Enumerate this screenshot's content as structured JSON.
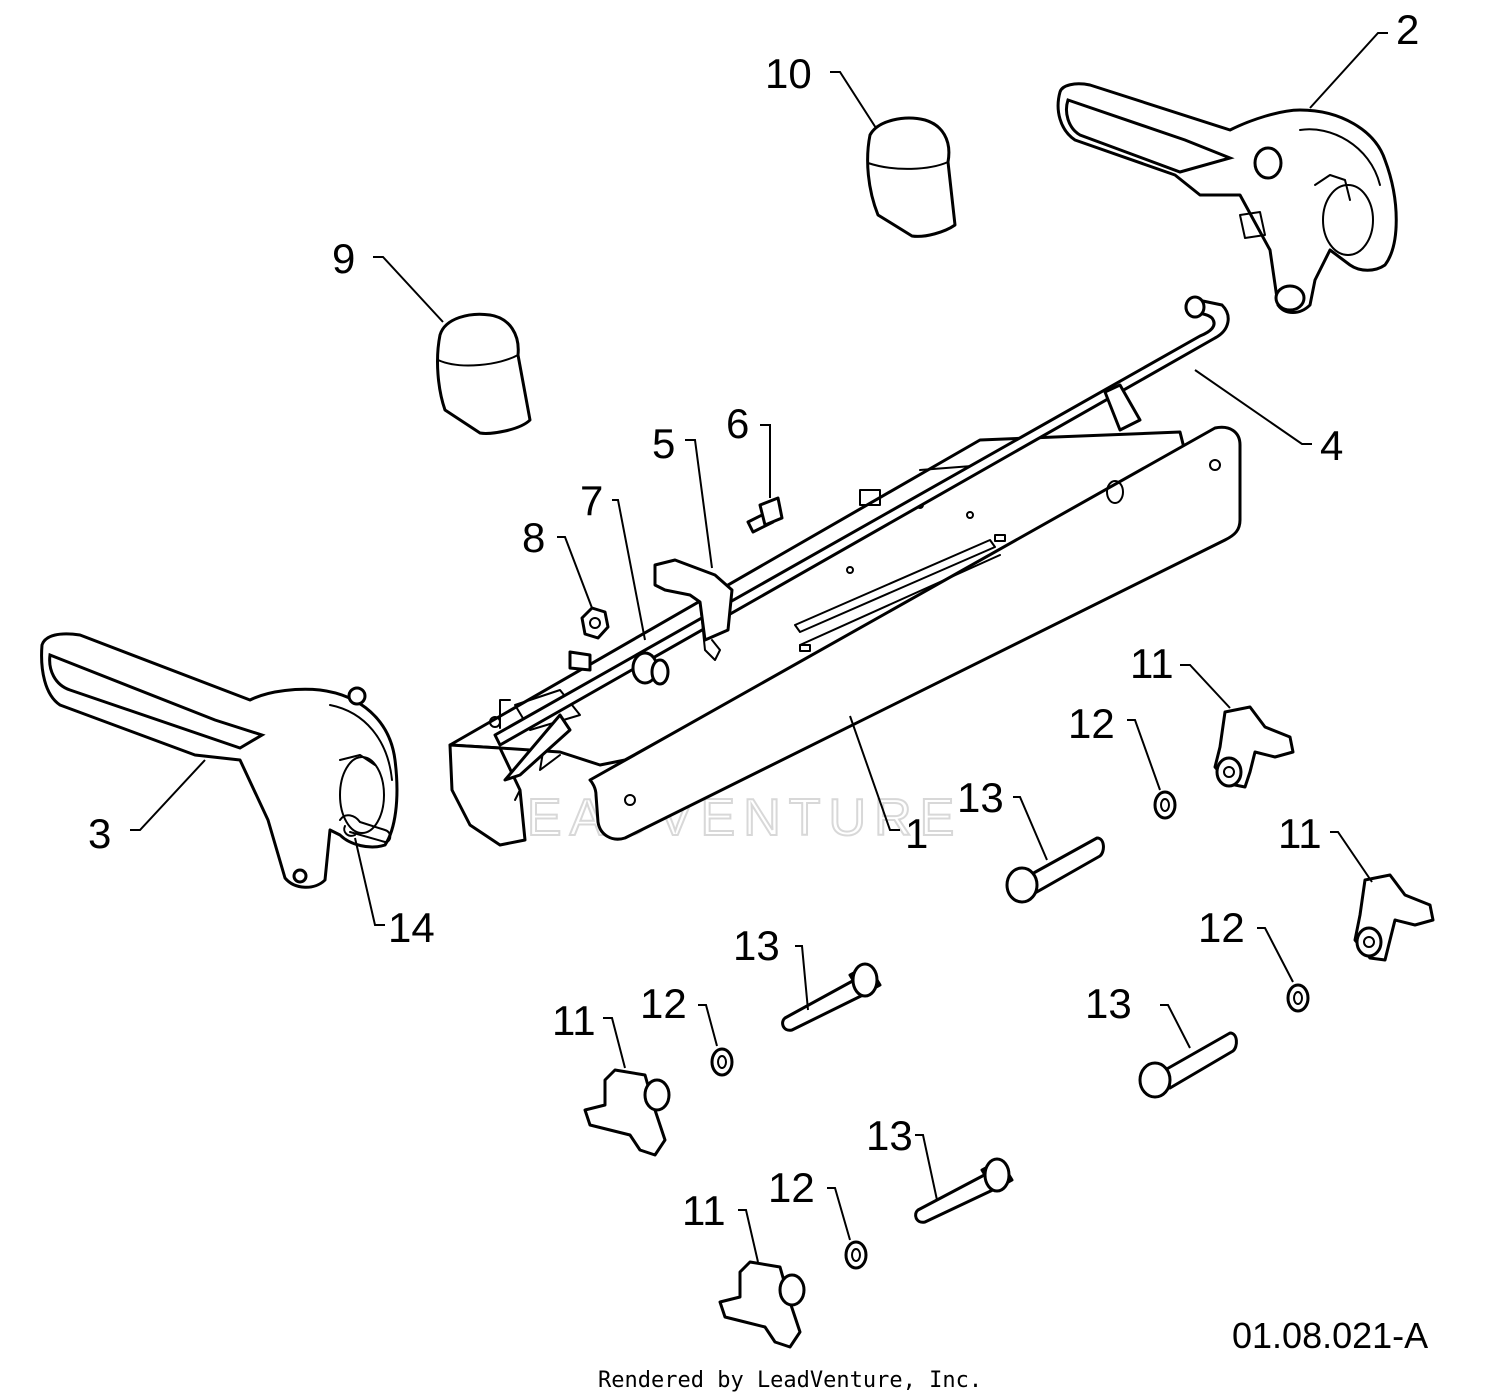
{
  "watermark": "LEADVENTURE",
  "reference_code": "01.08.021-A",
  "credit": "Rendered by LeadVenture, Inc.",
  "callouts": {
    "c1": "1",
    "c2": "2",
    "c3": "3",
    "c4": "4",
    "c5": "5",
    "c6": "6",
    "c7": "7",
    "c8": "8",
    "c9": "9",
    "c10": "10",
    "c11a": "11",
    "c11b": "11",
    "c11c": "11",
    "c11d": "11",
    "c12a": "12",
    "c12b": "12",
    "c12c": "12",
    "c12d": "12",
    "c13a": "13",
    "c13b": "13",
    "c13c": "13",
    "c13d": "13",
    "c14": "14"
  }
}
